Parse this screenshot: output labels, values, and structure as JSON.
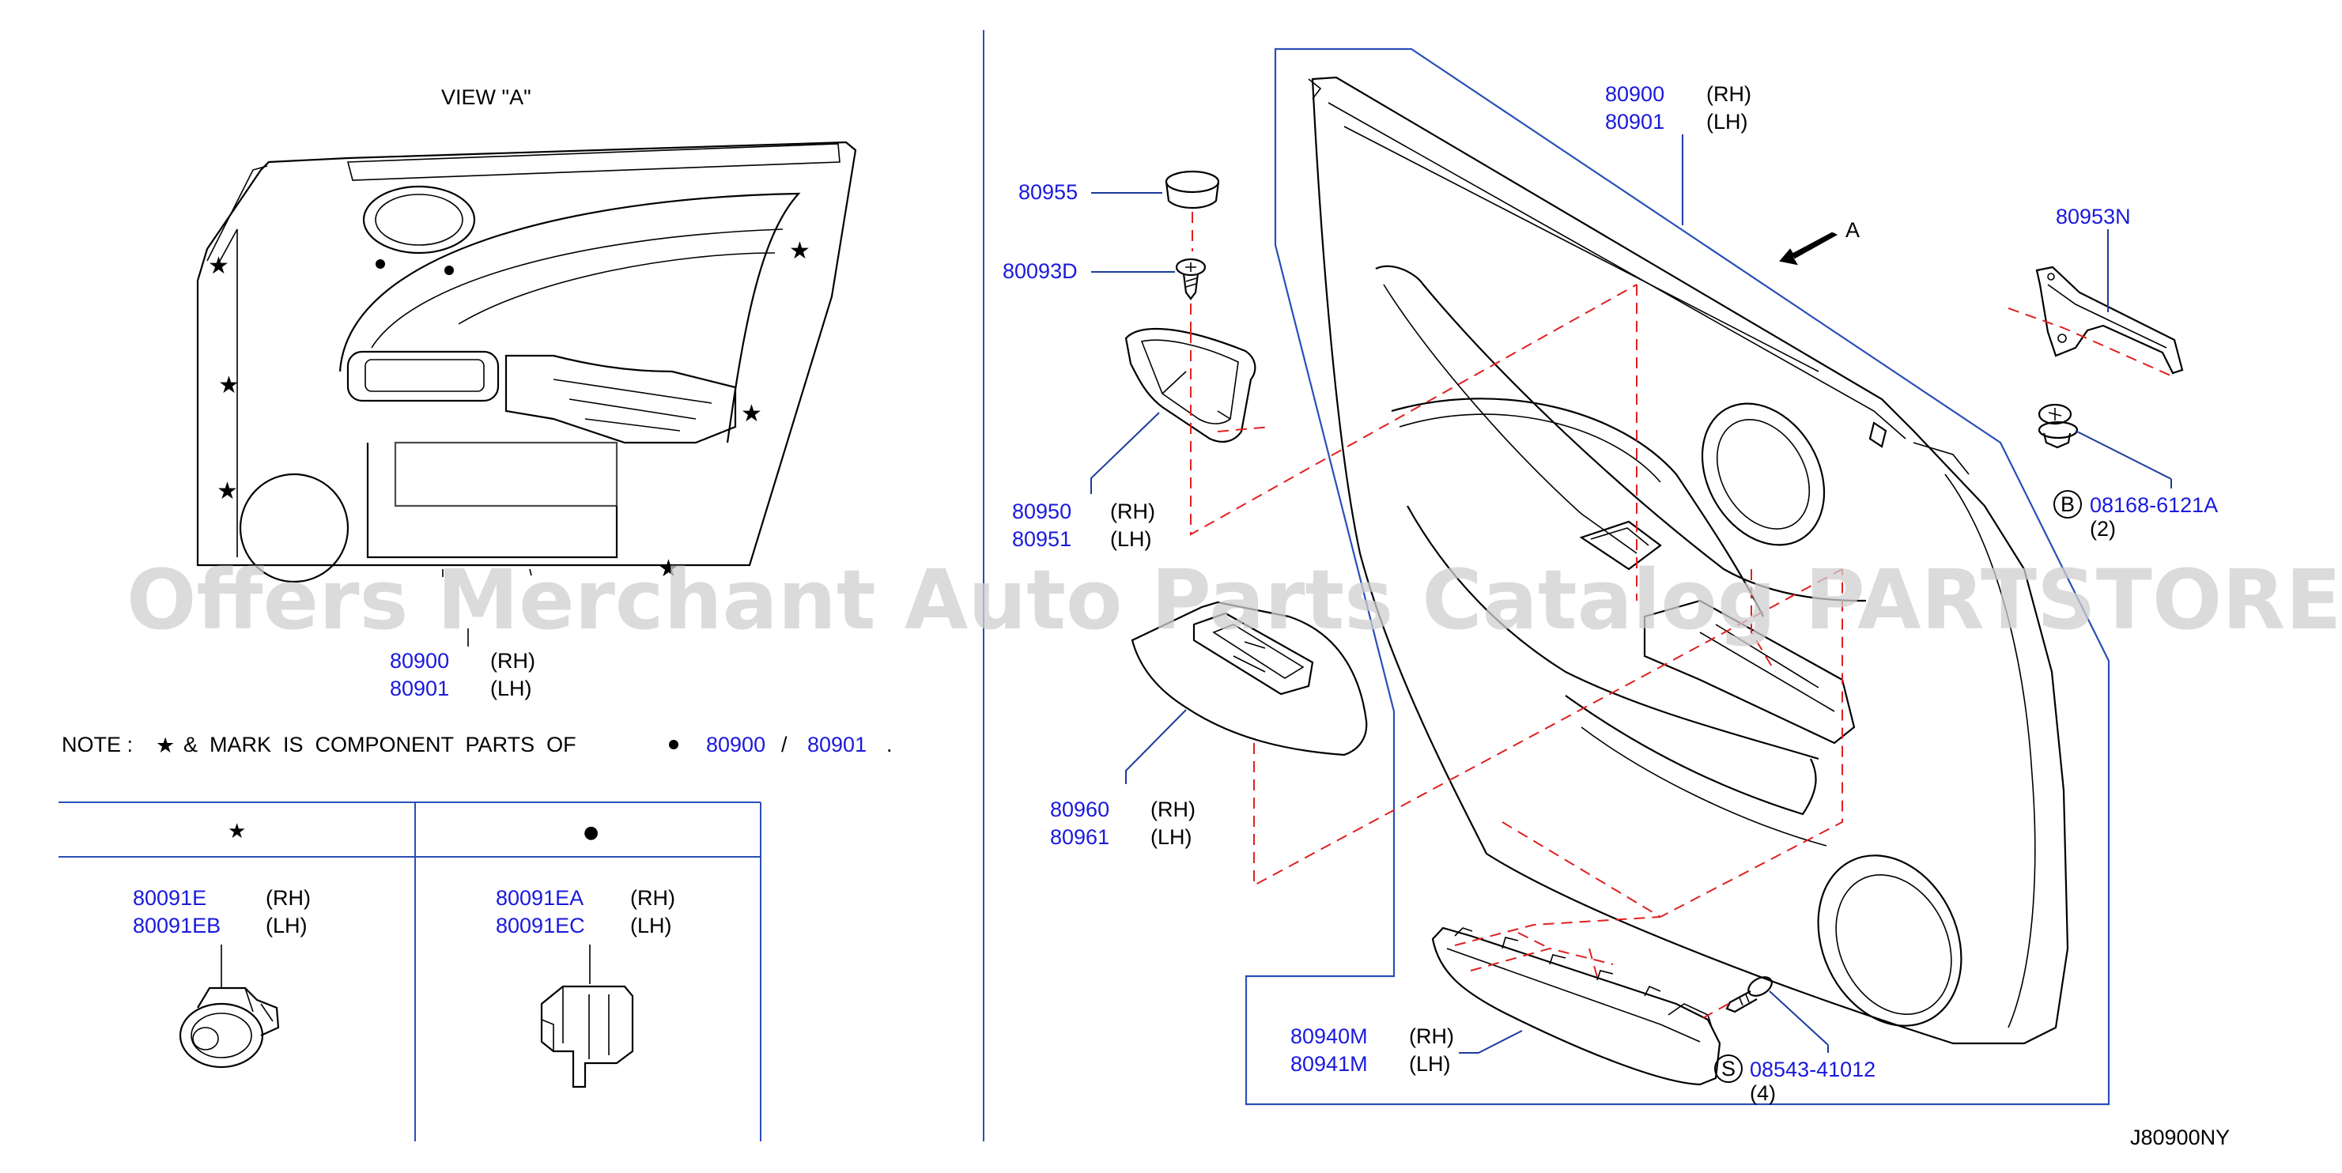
{
  "view_a": {
    "title": "VIEW   \"A\"",
    "part_rh": "80900",
    "part_lh": "80901",
    "rh": "(RH)",
    "lh": "(LH)"
  },
  "note": {
    "prefix": "NOTE :",
    "mid": "&  MARK  IS  COMPONENT  PARTS  OF",
    "part_rh": "80900",
    "sep": "/",
    "part_lh": "80901",
    "end": "."
  },
  "table": {
    "star_symbol": "★",
    "dot_symbol": "●",
    "star_col": {
      "part_rh": "80091E",
      "part_lh": "80091EB",
      "rh": "(RH)",
      "lh": "(LH)"
    },
    "dot_col": {
      "part_rh": "80091EA",
      "part_lh": "80091EC",
      "rh": "(RH)",
      "lh": "(LH)"
    }
  },
  "parts": {
    "p80955": "80955",
    "p80093d": "80093D",
    "p80950": "80950",
    "p80951": "80951",
    "p80960": "80960",
    "p80961": "80961",
    "p80900": "80900",
    "p80901": "80901",
    "p80953n": "80953N",
    "p08168": "08168-6121A",
    "b_badge": "B",
    "qty_b": "(2)",
    "p80940m": "80940M",
    "p80941m": "80941M",
    "p08543": "08543-41012",
    "s_badge": "S",
    "qty_s": "(4)",
    "rh": "(RH)",
    "lh": "(LH)"
  },
  "arrow_label": "A",
  "diagram_code": "J80900NY",
  "watermark": "Offers Merchant Auto Parts Catalog PARTSTORE.SA",
  "colors": {
    "part_number": "#1a1adc",
    "frame": "#2a4fb8",
    "dashed": "#e02020"
  }
}
